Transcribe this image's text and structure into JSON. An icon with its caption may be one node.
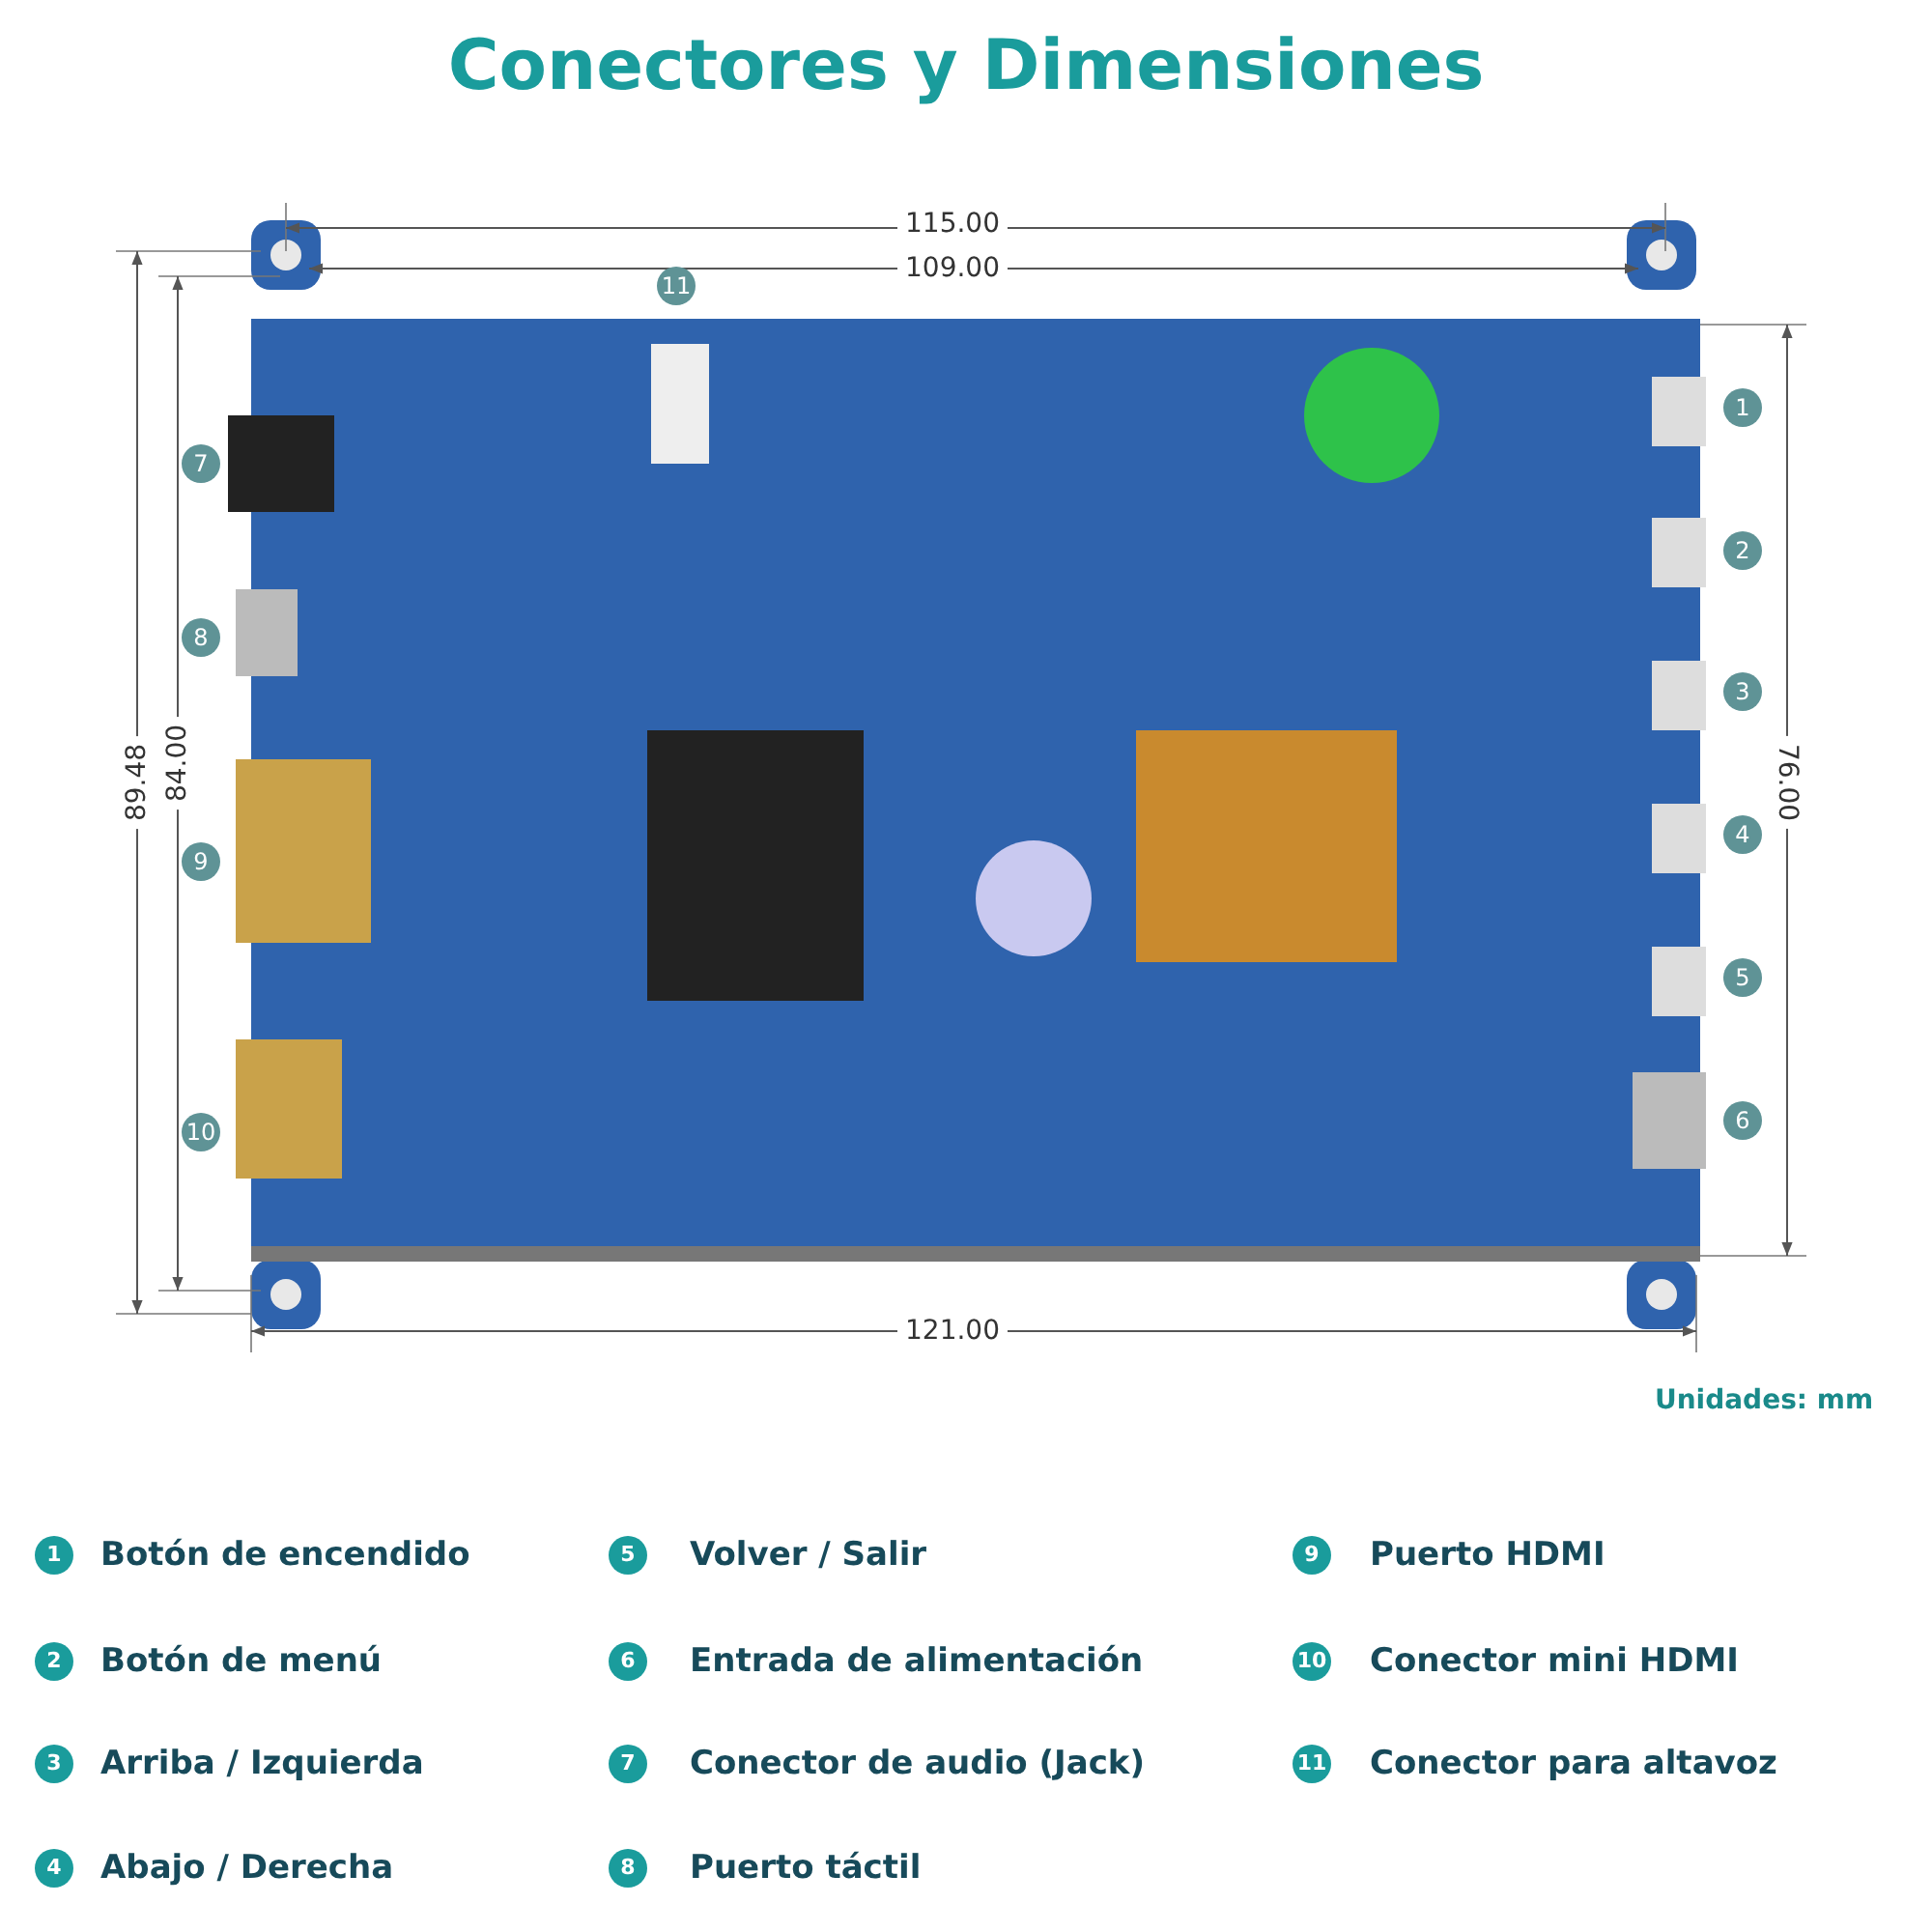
{
  "diagram": {
    "title": "Conectores y Dimensiones",
    "labels": [
      "115.00",
      "109.00",
      "11",
      "1",
      "7",
      "2",
      "8",
      "3",
      "89.48",
      "84.00",
      "76.00",
      "9",
      "4",
      "5",
      "10",
      "6",
      "121.00",
      "Unidades: mm",
      "1",
      "Botón de encendido",
      "5",
      "Volver / Salir",
      "9",
      "Puerto HDMI",
      "2",
      "Botón de menú",
      "6",
      "Entrada de alimentación",
      "10",
      "Conector mini HDMI",
      "3",
      "Arriba / Izquierda",
      "7",
      "Conector de audio (Jack)",
      "11",
      "Conector para altavoz",
      "4",
      "Abajo / Derecha",
      "8",
      "Puerto táctil"
    ]
  }
}
